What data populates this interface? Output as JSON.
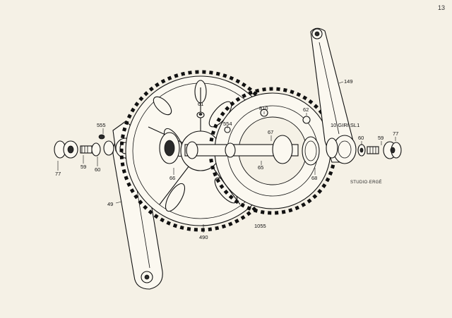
{
  "page": {
    "number": "13"
  },
  "stamp": "STUDIO·ERGÉ",
  "callouts": {
    "c77_left": "77",
    "c59_left": "59",
    "c60_left": "60",
    "c555": "555",
    "c49": "49",
    "c61": "61",
    "c66": "66",
    "c554": "554",
    "c490": "490",
    "c810": "810",
    "c62": "62",
    "c67": "67",
    "c65": "65",
    "c68": "68",
    "c1055": "1055",
    "c149": "149",
    "c60_right": "60",
    "c59_right": "59",
    "c77_right": "77"
  },
  "crank_stamp": "10 GIRI  SL1"
}
